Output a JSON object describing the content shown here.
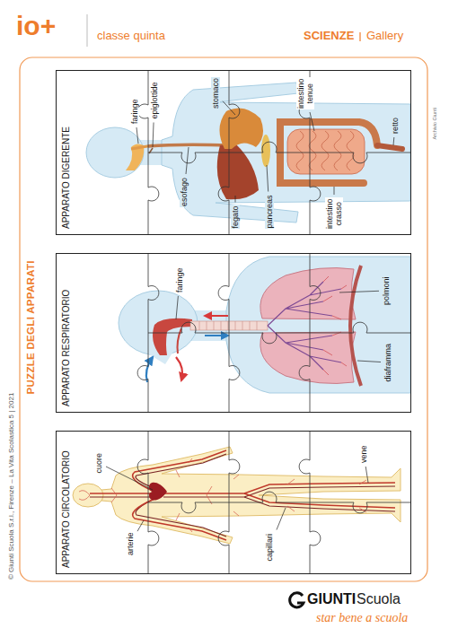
{
  "diagram": {
    "title": "PUZZLE DEGLI APPARATI",
    "nodes": [
      {
        "text": [
          "APPARATO CIRCOLATORIO"
        ]
      },
      {
        "text": [
          "APPARATO RESPIRATORIO"
        ]
      },
      {
        "text": [
          "APPARATO DIGERENTE"
        ]
      }
    ],
    "labels": [
      "io+",
      "classe quinta",
      "SCIENZE",
      "Gallery",
      "© Giunti Scuola S.r.l., Firenze – La Vita Scolastica 5 | 2021",
      "Archivio Giunti",
      "cuore",
      "arterie",
      "capillari",
      "vene",
      "faringe",
      "polmoni",
      "diaframma",
      "faringe",
      "epiglottide",
      "esofago",
      "stomaco",
      "fegato",
      "pancreas",
      "intestino tenue",
      "retto",
      "intestino crasso",
      "GIUNTI",
      "Scuola",
      "star bene a scuola"
    ]
  }
}
